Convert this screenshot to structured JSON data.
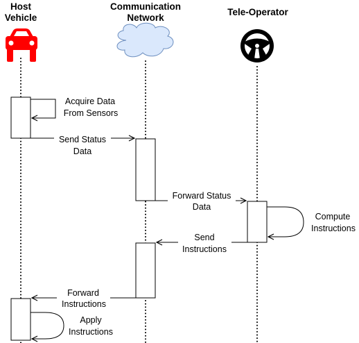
{
  "participants": {
    "host": {
      "line1": "Host",
      "line2": "Vehicle",
      "icon": "car-icon",
      "icon_color": "#ff0000"
    },
    "network": {
      "line1": "Communication",
      "line2": "Network",
      "icon": "cloud-icon",
      "fill_color": "#dae8fc",
      "stroke_color": "#6c8ebf"
    },
    "operator": {
      "line1": "Tele-Operator",
      "icon": "steering-wheel-icon"
    }
  },
  "messages": {
    "acquire": {
      "line1": "Acquire Data",
      "line2": "From Sensors"
    },
    "send_status": {
      "line1": "Send Status",
      "line2": "Data"
    },
    "forward_status": {
      "line1": "Forward Status",
      "line2": "Data"
    },
    "compute": {
      "line1": "Compute",
      "line2": "Instructions"
    },
    "send_instructions": {
      "line1": "Send",
      "line2": "Instructions"
    },
    "forward_instructions": {
      "line1": "Forward",
      "line2": "Instructions"
    },
    "apply": {
      "line1": "Apply",
      "line2": "Instructions"
    }
  }
}
